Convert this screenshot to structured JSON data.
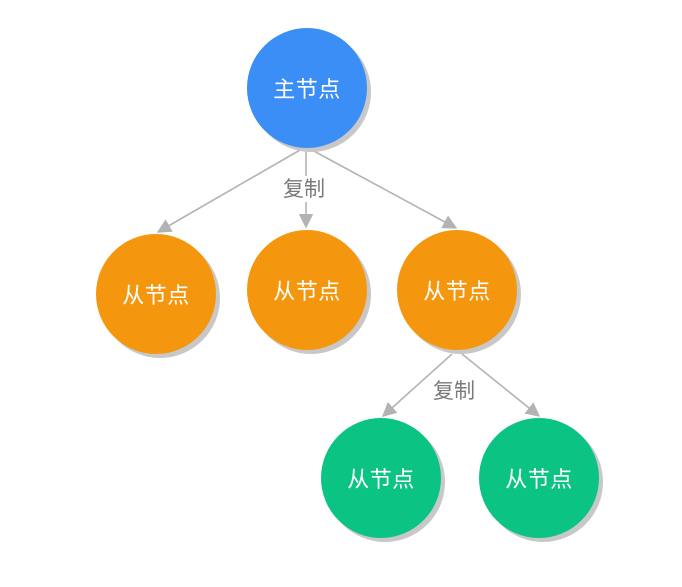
{
  "colors": {
    "master": "#3a8ef6",
    "replica": "#f5960f",
    "sub_replica": "#0bc382",
    "edge": "#b3b3b3"
  },
  "nodes": {
    "master": "主节点",
    "replica_1": "从节点",
    "replica_2": "从节点",
    "replica_3": "从节点",
    "replica_3_1": "从节点",
    "replica_3_2": "从节点"
  },
  "edge_labels": {
    "master_replication": "复制",
    "replica_replication": "复制"
  }
}
